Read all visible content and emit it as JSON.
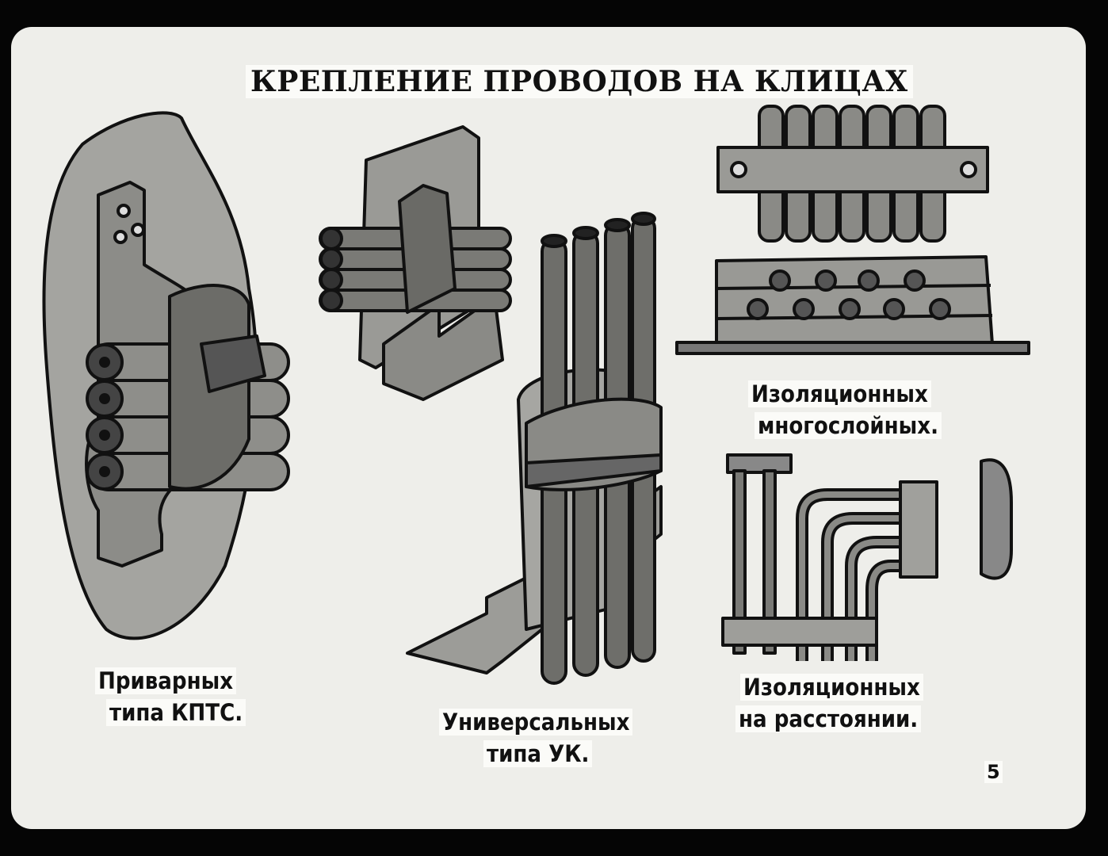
{
  "title": "КРЕПЛЕНИЕ ПРОВОДОВ НА КЛИЦАХ",
  "labels": {
    "welded_line1": "Приварных",
    "welded_line2": "типа КПТС.",
    "universal_line1": "Универсальных",
    "universal_line2": "типа УК.",
    "multilayer_line1": "Изоляционных",
    "multilayer_line2": "многослойных.",
    "distance_line1": "Изоляционных",
    "distance_line2": "на расстоянии."
  },
  "page_number": "5"
}
